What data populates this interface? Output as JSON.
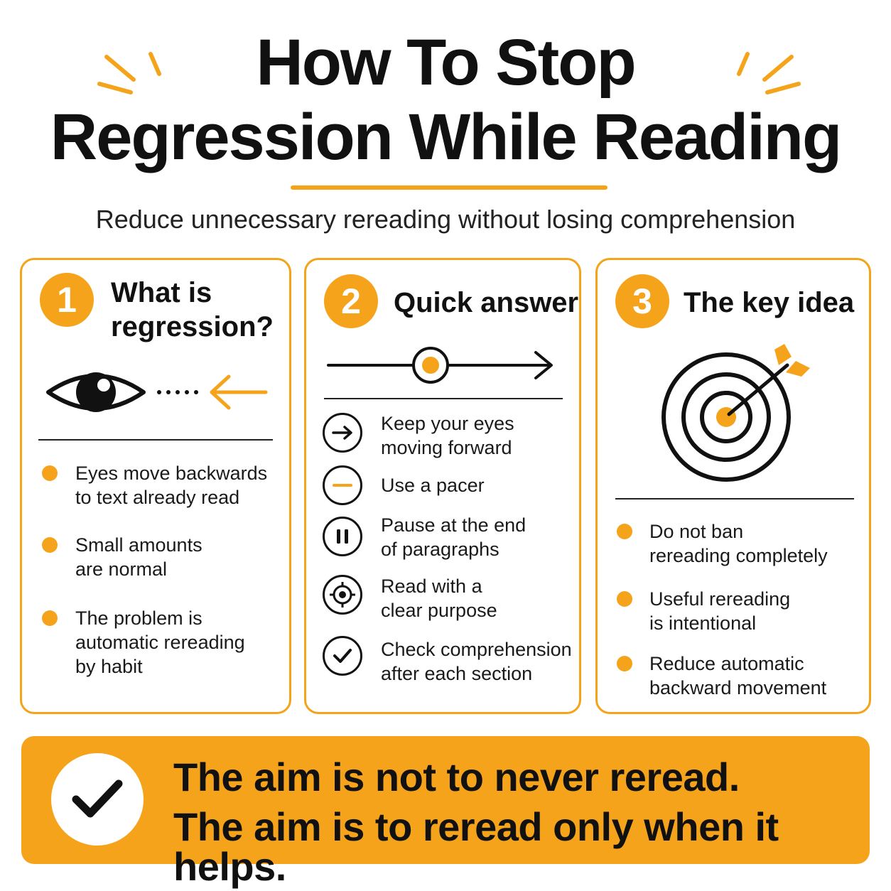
{
  "header": {
    "title_line1": "How To Stop",
    "title_line2": "Regression While Reading",
    "subtitle": "Reduce unnecessary rereading without losing comprehension"
  },
  "colors": {
    "accent": "#F5A31A",
    "text": "#111111",
    "background": "#FFFFFF"
  },
  "cards": [
    {
      "number": "1",
      "title_line1": "What is",
      "title_line2": "regression?",
      "illustration": "eye-looking-backward-icon",
      "bullets": [
        {
          "line1": "Eyes move backwards",
          "line2": "to text already read"
        },
        {
          "line1": "Small amounts",
          "line2": "are normal"
        },
        {
          "line1": "The problem is",
          "line2": "automatic rereading",
          "line3": "by habit"
        }
      ]
    },
    {
      "number": "2",
      "title": "Quick answer",
      "illustration": "forward-arrow-timeline-icon",
      "items": [
        {
          "icon": "arrow-right-icon",
          "line1": "Keep your eyes",
          "line2": "moving forward"
        },
        {
          "icon": "minus-icon",
          "line1": "Use a pacer"
        },
        {
          "icon": "pause-icon",
          "line1": "Pause at the end",
          "line2": "of paragraphs"
        },
        {
          "icon": "target-crosshair-icon",
          "line1": "Read with a",
          "line2": "clear purpose"
        },
        {
          "icon": "checkmark-icon",
          "line1": "Check comprehension",
          "line2": "after each section"
        }
      ]
    },
    {
      "number": "3",
      "title": "The key idea",
      "illustration": "target-with-arrow-icon",
      "bullets": [
        {
          "line1": "Do not ban",
          "line2": "rereading completely"
        },
        {
          "line1": "Useful rereading",
          "line2": "is intentional"
        },
        {
          "line1": "Reduce automatic",
          "line2": "backward movement"
        }
      ]
    }
  ],
  "banner": {
    "icon": "checkmark-icon",
    "line1": "The aim is not to never reread.",
    "line2": "The aim is to reread only when it helps."
  }
}
